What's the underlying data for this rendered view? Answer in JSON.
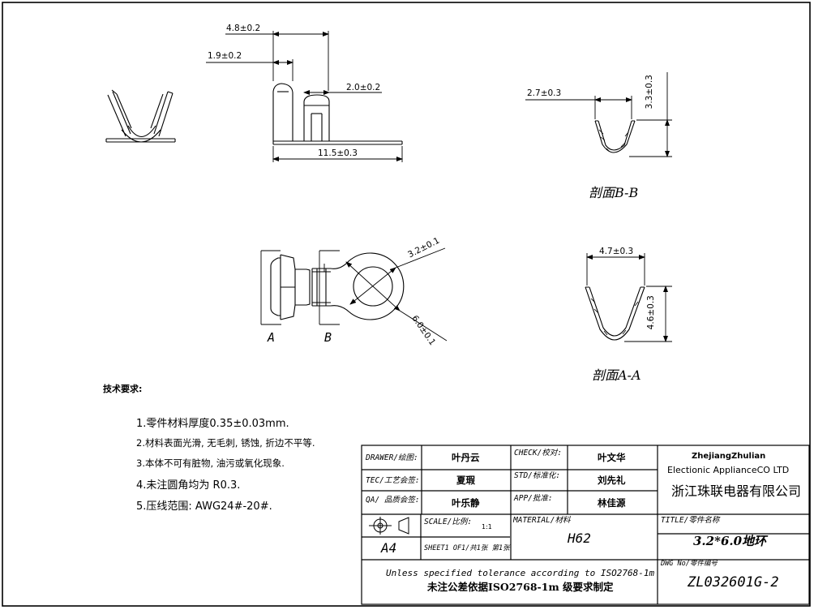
{
  "drawing": {
    "dims": {
      "d48": "4.8±0.2",
      "d19": "1.9±0.2",
      "d20": "2.0±0.2",
      "d115": "11.5±0.3",
      "d27": "2.7±0.3",
      "d33": "3.3±0.3",
      "d47": "4.7±0.3",
      "d46": "4.6±0.3",
      "d32": "3.2±0.1",
      "d60": "6.0±0.1"
    },
    "section_bb": "剖面B-B",
    "section_aa": "剖面A-A",
    "label_a": "A",
    "label_b": "B"
  },
  "requirements": {
    "title": "技术要求:",
    "items": [
      "1.零件材料厚度0.35±0.03mm.",
      "2.材料表面光滑, 无毛刺, 锈蚀, 折边不平等.",
      "3.本体不可有脏物, 油污或氧化现象.",
      "4.未注圆角均为 R0.3.",
      "5.压线范围: AWG24#-20#."
    ]
  },
  "titleblock": {
    "drawer_label": "DRAWER/绘图:",
    "drawer": "叶丹云",
    "check_label": "CHECK/校对:",
    "check": "叶文华",
    "tec_label": "TEC/工艺会签:",
    "tec": "夏瑕",
    "std_label": "STD/标准化:",
    "std": "刘先礼",
    "qa_label": "QA/ 品质会签:",
    "qa": "叶乐静",
    "app_label": "APP/批准:",
    "app": "林佳源",
    "company_en1": "ZhejiangZhulian",
    "company_en2": "Electionic ApplianceCO LTD",
    "company_cn": "浙江珠联电器有限公司",
    "scale_label": "SCALE/比例:",
    "scale": "1:1",
    "material_label": "MATERIAL/材料",
    "material": "H62",
    "title_label": "TITLE/零件名称",
    "title": "3.2*6.0地环",
    "size": "A4",
    "sheet": "SHEET1 OF1/共1张 第1张",
    "tolerance_en": "Unless specified tolerance according to ISO2768-1m",
    "tolerance_cn": "未注公差依据ISO2768-1m 级要求制定",
    "dwg_label": "DWG No/零件编号",
    "dwg_no": "ZL032601G-2"
  }
}
